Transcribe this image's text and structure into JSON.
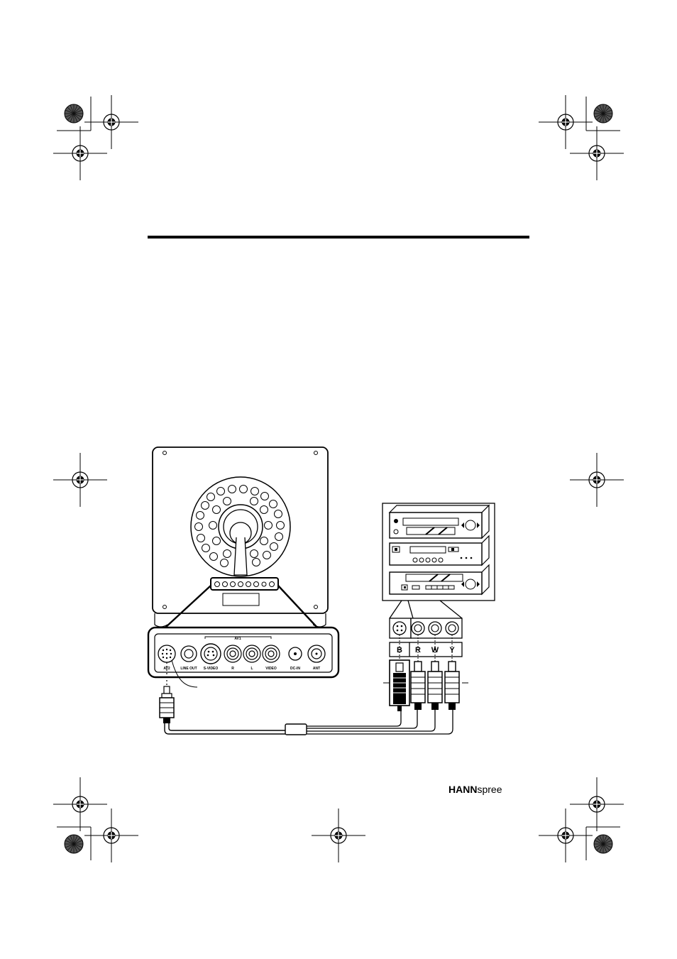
{
  "tv_panel": {
    "group_label": "AV1",
    "ports": [
      "AV2",
      "LINE OUT",
      "S-VIDEO",
      "R",
      "L",
      "VIDEO",
      "DC-IN",
      "ANT"
    ]
  },
  "cable_plugs": [
    "B",
    "R",
    "W",
    "Y"
  ],
  "brand": {
    "bold": "HANN",
    "light": "spree"
  }
}
